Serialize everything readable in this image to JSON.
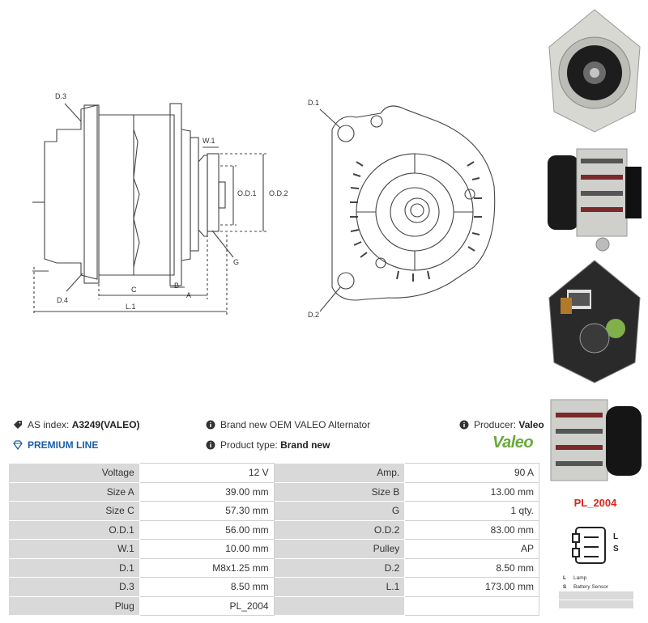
{
  "drawing": {
    "labels": {
      "d3": "D.3",
      "d4": "D.4",
      "w1": "W.1",
      "od1": "O.D.1",
      "od2": "O.D.2",
      "g": "G",
      "c": "C",
      "b": "B",
      "a": "A",
      "l1": "L.1",
      "d1": "D.1",
      "d2": "D.2"
    }
  },
  "info": {
    "as_index_label": "AS index:",
    "as_index_value": "A3249(VALEO)",
    "premium": "PREMIUM LINE",
    "description": "Brand new OEM VALEO Alternator",
    "product_type_label": "Product type:",
    "product_type_value": "Brand new",
    "producer_label": "Producer:",
    "producer_value": "Valeo",
    "logo_text": "Valeo"
  },
  "specs": [
    [
      "Voltage",
      "12 V",
      "Amp.",
      "90 A"
    ],
    [
      "Size A",
      "39.00 mm",
      "Size B",
      "13.00 mm"
    ],
    [
      "Size C",
      "57.30 mm",
      "G",
      "1 qty."
    ],
    [
      "O.D.1",
      "56.00 mm",
      "O.D.2",
      "83.00 mm"
    ],
    [
      "W.1",
      "10.00 mm",
      "Pulley",
      "AP"
    ],
    [
      "D.1",
      "M8x1.25 mm",
      "D.2",
      "8.50 mm"
    ],
    [
      "D.3",
      "8.50 mm",
      "L.1",
      "173.00 mm"
    ],
    [
      "Plug",
      "PL_2004",
      "",
      ""
    ]
  ],
  "plug": {
    "name": "PL_2004",
    "pin_l": "L",
    "pin_s": "S",
    "legend": [
      {
        "key": "L",
        "text": "Lamp"
      },
      {
        "key": "S",
        "text": "Battery Sensor"
      },
      {
        "key": "",
        "text": ""
      },
      {
        "key": "",
        "text": ""
      }
    ]
  },
  "colors": {
    "accent_blue": "#1b5ea8",
    "plug_red": "#e2231a",
    "valeo_green": "#6aa83a",
    "label_gray": "#d9d9d9"
  }
}
